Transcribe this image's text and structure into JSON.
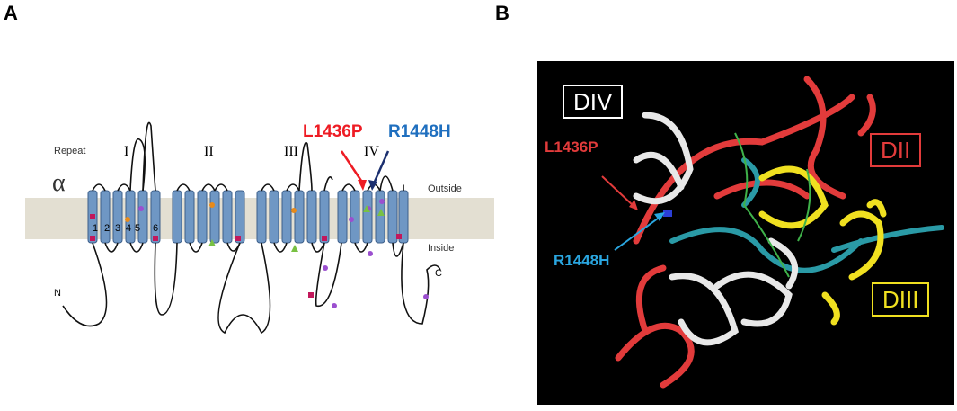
{
  "panels": {
    "a": "A",
    "b": "B"
  },
  "topology": {
    "repeat_label": "Repeat",
    "alpha": "α",
    "repeats": [
      "I",
      "II",
      "III",
      "IV"
    ],
    "outside": "Outside",
    "inside": "Inside",
    "n_term": "N",
    "c_term": "C",
    "segments": [
      "1",
      "2",
      "3",
      "4",
      "5",
      "6"
    ],
    "mutation1": "L1436P",
    "mutation2": "R1448H"
  },
  "structure": {
    "div": "DIV",
    "dii": "DII",
    "diii": "DIII",
    "mutation1": "L1436P",
    "mutation2": "R1448H"
  },
  "colors": {
    "membrane": "#e3dfd2",
    "helix": "#6f97c4",
    "red_label": "#ee1c24",
    "blue_label": "#1f6fbf",
    "dii": "#e23b3b",
    "diii": "#f0e020",
    "div": "#ffffff",
    "cyan_label": "#2aa6e0"
  }
}
